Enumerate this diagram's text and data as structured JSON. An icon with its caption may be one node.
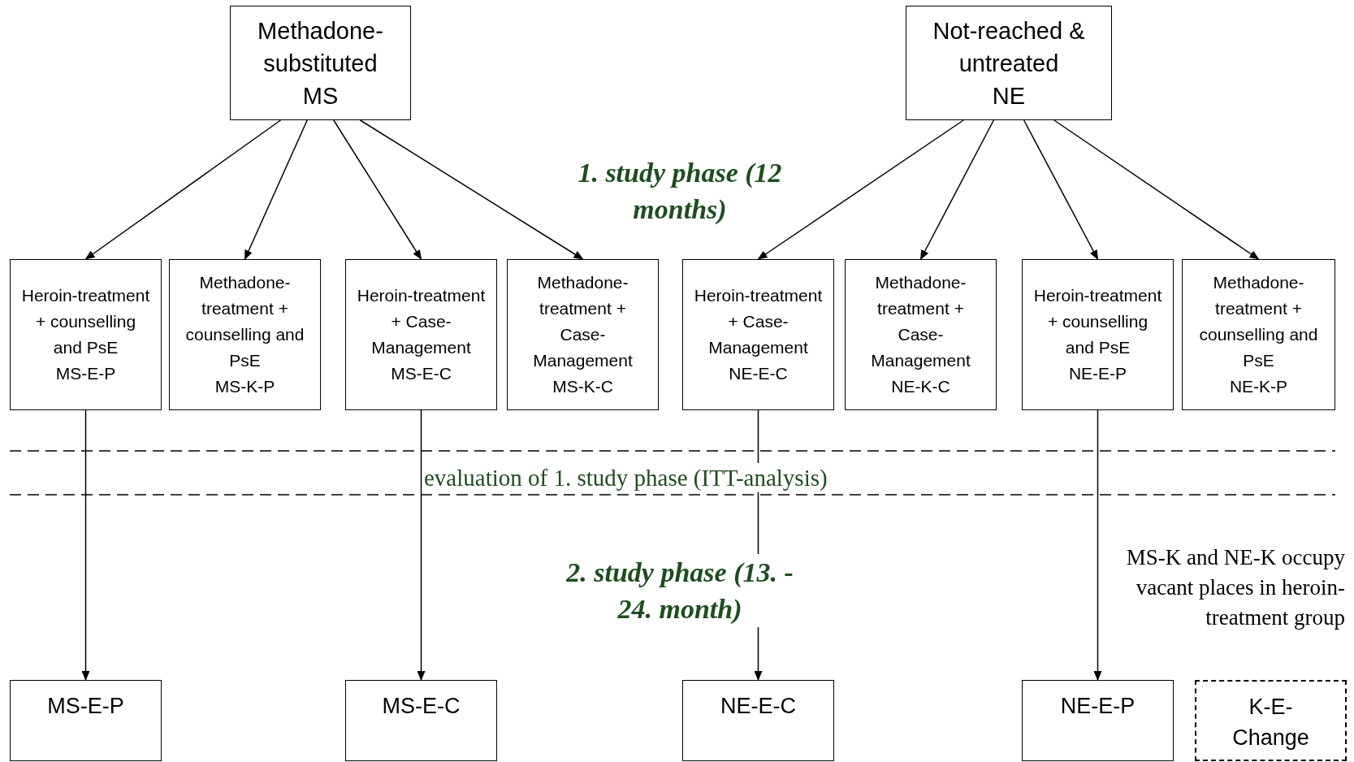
{
  "diagram": {
    "nodes": [
      {
        "text": [
          "Methadone-substituted",
          "MS"
        ]
      },
      {
        "text": [
          "Not-reached & untreated",
          "NE"
        ]
      },
      {
        "text": [
          "Heroin-treatment + counselling and PsE",
          "MS-E-P"
        ]
      },
      {
        "text": [
          "Methadone-treatment + counselling and PsE",
          "MS-K-P"
        ]
      },
      {
        "text": [
          "Heroin-treatment + Case-Management",
          "MS-E-C"
        ]
      },
      {
        "text": [
          "Methadone-treatment + Case-Management",
          "MS-K-C"
        ]
      },
      {
        "text": [
          "Heroin-treatment + Case-Management",
          "NE-E-C"
        ]
      },
      {
        "text": [
          "Methadone-treatment + Case-Management",
          "NE-K-C"
        ]
      },
      {
        "text": [
          "Heroin-treatment + counselling and PsE",
          "NE-E-P"
        ]
      },
      {
        "text": [
          "Methadone-treatment + counselling and PsE",
          "NE-K-P"
        ]
      },
      {
        "text": [
          "MS-E-P"
        ]
      },
      {
        "text": [
          "MS-E-C"
        ]
      },
      {
        "text": [
          "NE-E-C"
        ]
      },
      {
        "text": [
          "NE-E-P"
        ]
      },
      {
        "text": [
          "K-E-Change"
        ]
      }
    ],
    "edges": [
      {
        "from": 0,
        "to": 2,
        "arrow": "to"
      },
      {
        "from": 0,
        "to": 3,
        "arrow": "to"
      },
      {
        "from": 0,
        "to": 4,
        "arrow": "to"
      },
      {
        "from": 0,
        "to": 5,
        "arrow": "to"
      },
      {
        "from": 1,
        "to": 6,
        "arrow": "to"
      },
      {
        "from": 1,
        "to": 7,
        "arrow": "to"
      },
      {
        "from": 1,
        "to": 8,
        "arrow": "to"
      },
      {
        "from": 1,
        "to": 9,
        "arrow": "to"
      },
      {
        "from": 2,
        "to": 10,
        "arrow": "to"
      },
      {
        "from": 4,
        "to": 11,
        "arrow": "to"
      },
      {
        "from": 6,
        "to": 12,
        "arrow": "to"
      },
      {
        "from": 8,
        "to": 13,
        "arrow": "to"
      }
    ],
    "labels": [
      "1. study phase (12 months)",
      "evaluation of 1. study phase (ITT-analysis)",
      "2. study phase (13. - 24. month)",
      "MS-K and NE-K occupy vacant places in heroin-treatment group"
    ]
  }
}
